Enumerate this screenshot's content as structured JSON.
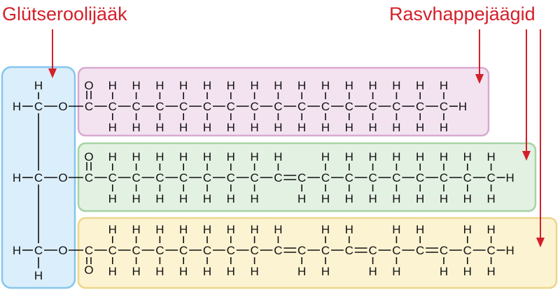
{
  "labels": {
    "glycerol": "Glütseroolijääk",
    "fatty_acids": "Rasvhappejäägid"
  },
  "colors": {
    "label": "#d3202a",
    "glycerol_box_fill": "#dbeefb",
    "glycerol_box_stroke": "#86c6ee",
    "chain1_fill": "#f3e3f0",
    "chain1_stroke": "#d9a9cf",
    "chain2_fill": "#e3f1e3",
    "chain2_stroke": "#a6d3a6",
    "chain3_fill": "#fcf3d2",
    "chain3_stroke": "#ecd68a"
  },
  "molecule": {
    "carbon": "C",
    "hydrogen": "H",
    "oxygen": "O",
    "chain1": {
      "description": "saturated, 16 carbons",
      "double_bonds": []
    },
    "chain2": {
      "description": "one double bond",
      "double_bonds": [
        [
          9,
          10
        ]
      ]
    },
    "chain3": {
      "description": "three double bonds",
      "double_bonds": [
        [
          9,
          10
        ],
        [
          12,
          13
        ],
        [
          15,
          16
        ]
      ]
    }
  }
}
